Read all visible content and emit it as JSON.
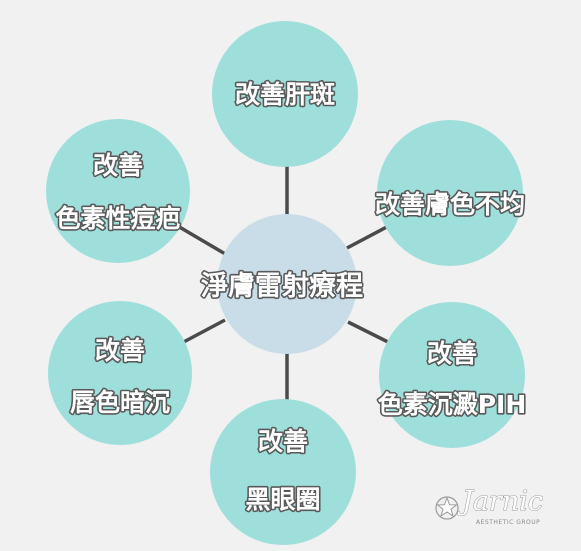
{
  "diagram": {
    "center": {
      "label": "淨膚雷射療程"
    },
    "nodes": [
      {
        "id": "top",
        "lines": [
          "改善肝斑"
        ]
      },
      {
        "id": "top-left",
        "lines": [
          "改善",
          "色素性痘疤"
        ]
      },
      {
        "id": "right-top",
        "lines": [
          "改善膚色不均"
        ]
      },
      {
        "id": "left-bottom",
        "lines": [
          "改善",
          "唇色暗沉"
        ]
      },
      {
        "id": "right-bottom",
        "lines": [
          "改善",
          "色素沉澱PIH"
        ]
      },
      {
        "id": "bottom",
        "lines": [
          "改善",
          "黑眼圈"
        ]
      }
    ]
  },
  "colors": {
    "background": "#f0f1f0",
    "node_fill": "#9fdfdb",
    "center_fill": "#c9dde8",
    "connector": "#4a4a4a"
  },
  "logo": {
    "name": "Jarnic",
    "subtitle": "AESTHETIC GROUP"
  }
}
